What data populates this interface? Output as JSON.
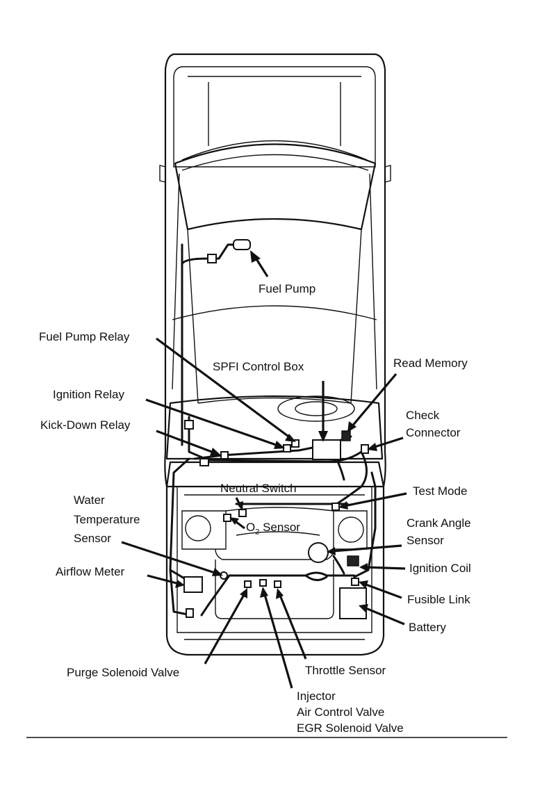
{
  "labels": {
    "fuel_pump": "Fuel Pump",
    "fuel_pump_relay": "Fuel Pump Relay",
    "spfi_control_box": "SPFI Control Box",
    "read_memory": "Read Memory",
    "ignition_relay": "Ignition Relay",
    "check_connector_1": "Check",
    "check_connector_2": "Connector",
    "kick_down_relay": "Kick-Down Relay",
    "neutral_switch": "Neutral Switch",
    "test_mode": "Test Mode",
    "water_temp_1": "Water",
    "water_temp_2": "Temperature",
    "water_temp_3": "Sensor",
    "o2_sensor_o": "O",
    "o2_sensor_sub": "2",
    "o2_sensor_rest": " Sensor",
    "crank_angle_1": "Crank Angle",
    "crank_angle_2": "Sensor",
    "ignition_coil": "Ignition Coil",
    "airflow_meter": "Airflow Meter",
    "fusible_link": "Fusible Link",
    "battery": "Battery",
    "purge_solenoid_valve": "Purge Solenoid Valve",
    "throttle_sensor": "Throttle Sensor",
    "injector": "Injector",
    "air_control_valve": "Air Control Valve",
    "egr_solenoid_valve": "EGR Solenoid Valve"
  }
}
